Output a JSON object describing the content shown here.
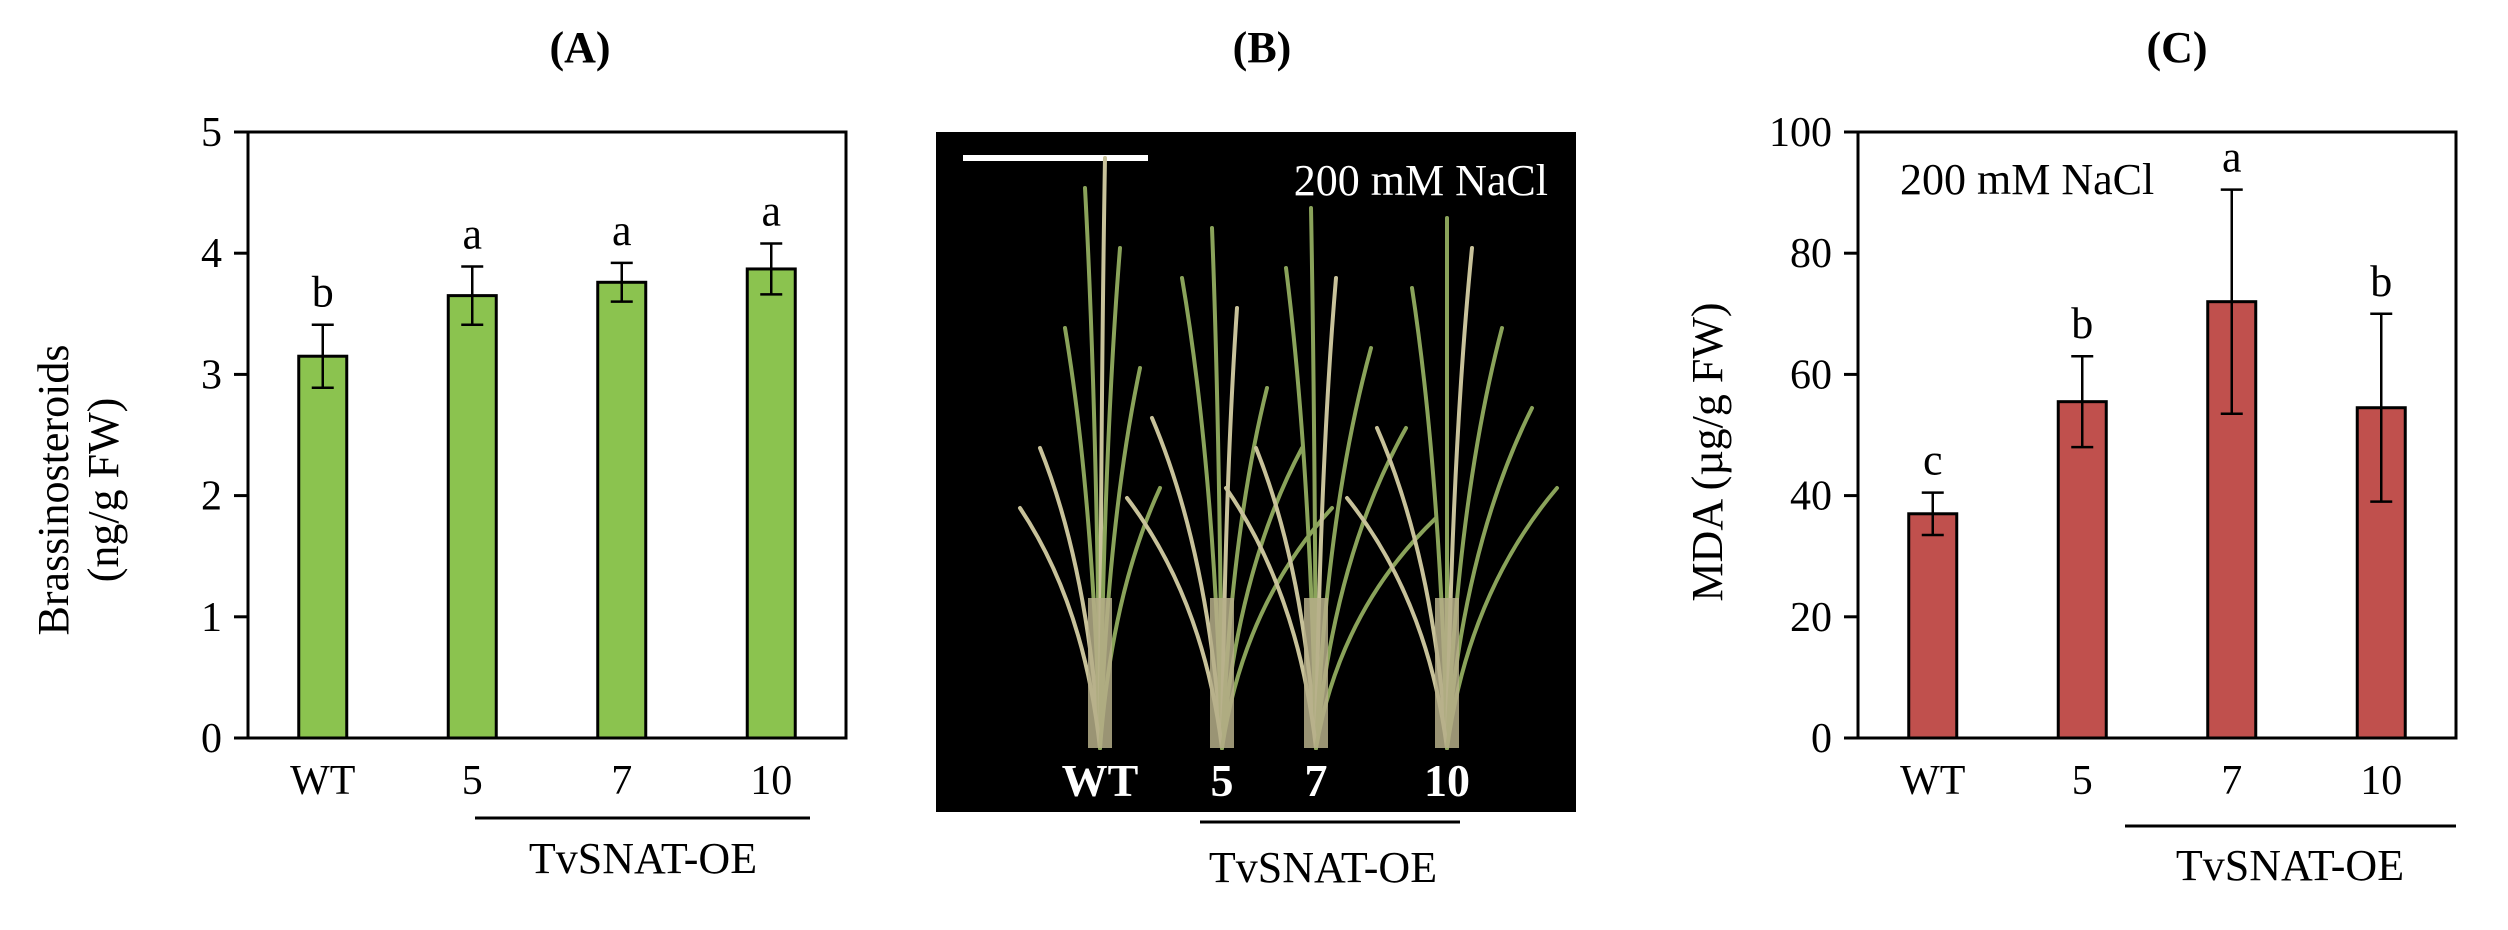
{
  "chart_data": [
    {
      "type": "bar",
      "panel": "(A)",
      "title": "",
      "categories": [
        "WT",
        "5",
        "7",
        "10"
      ],
      "values": [
        3.15,
        3.65,
        3.76,
        3.87
      ],
      "errors": [
        0.26,
        0.24,
        0.16,
        0.21
      ],
      "significance": [
        "b",
        "a",
        "a",
        "a"
      ],
      "ylabel": [
        "Brassinosteroids",
        "(ng/g  FW)"
      ],
      "ylim": [
        0,
        5
      ],
      "yticks": [
        "0",
        "1",
        "2",
        "3",
        "4",
        "5"
      ],
      "group_label": "TvSNAT-OE",
      "bar_color": "#8bc34f",
      "grid": false
    },
    {
      "type": "bar",
      "panel": "(C)",
      "title": "",
      "annotation": "200 mM  NaCl",
      "categories": [
        "WT",
        "5",
        "7",
        "10"
      ],
      "values": [
        37,
        55.5,
        72,
        54.5
      ],
      "errors": [
        3.5,
        7.5,
        18.5,
        15.5
      ],
      "significance": [
        "c",
        "b",
        "a",
        "b"
      ],
      "ylabel": [
        "MDA (µg/g  FW)"
      ],
      "ylim": [
        0,
        100
      ],
      "yticks": [
        "0",
        "20",
        "40",
        "60",
        "80",
        "100"
      ],
      "group_label": "TvSNAT-OE",
      "bar_color": "#c0504d",
      "grid": false
    }
  ],
  "photo": {
    "panel": "(B)",
    "condition": "200 mM NaCl",
    "labels": [
      "WT",
      "5",
      "7",
      "10"
    ],
    "group_label": "TvSNAT-OE",
    "background": "#000000",
    "plant_color": "#8aa35a"
  }
}
